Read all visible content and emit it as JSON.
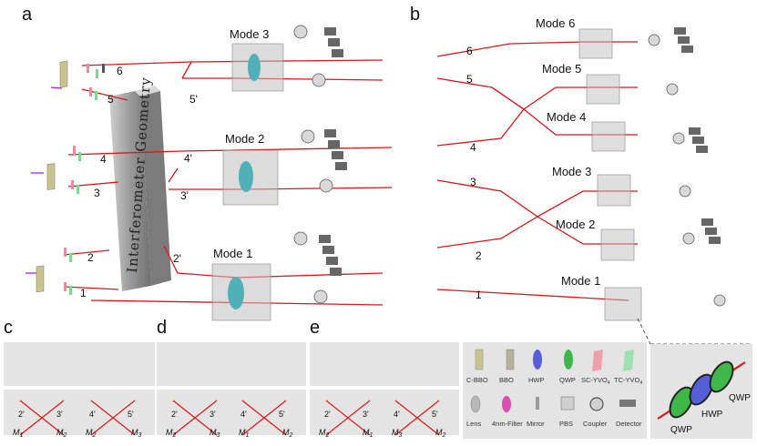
{
  "panels": {
    "a": "a",
    "b": "b",
    "c": "c",
    "d": "d",
    "e": "e"
  },
  "panel_a": {
    "geometry_label": "Interferometer Geometry",
    "modes": [
      "Mode 3",
      "Mode 2",
      "Mode 1"
    ],
    "ports_left": [
      "6",
      "5",
      "4",
      "3",
      "2",
      "1"
    ],
    "ports_right": [
      "5'",
      "4'",
      "3'",
      "2'"
    ]
  },
  "panel_b": {
    "modes": [
      "Mode 6",
      "Mode 5",
      "Mode 4",
      "Mode 3",
      "Mode 2",
      "Mode 1"
    ],
    "ports": [
      "6",
      "5",
      "4",
      "3",
      "2",
      "1"
    ]
  },
  "panel_c": {
    "ports": [
      "2'",
      "3'",
      "4'",
      "5'"
    ],
    "m_labels": [
      {
        "m": "M",
        "s": "1"
      },
      {
        "m": "M",
        "s": "2"
      },
      {
        "m": "M",
        "s": "2"
      },
      {
        "m": "M",
        "s": "3"
      }
    ]
  },
  "panel_d": {
    "ports": [
      "2'",
      "3'",
      "4'",
      "5'"
    ],
    "m_labels": [
      {
        "m": "M",
        "s": "2"
      },
      {
        "m": "M",
        "s": "3"
      },
      {
        "m": "M",
        "s": "1"
      },
      {
        "m": "M",
        "s": "2"
      }
    ]
  },
  "panel_e": {
    "ports": [
      "2'",
      "3'",
      "4'",
      "5'"
    ],
    "m_labels": [
      {
        "m": "M",
        "s": "2"
      },
      {
        "m": "M",
        "s": "1"
      },
      {
        "m": "M",
        "s": "3"
      },
      {
        "m": "M",
        "s": "2"
      }
    ]
  },
  "legend": {
    "row1": [
      "C-BBO",
      "BBO",
      "HWP",
      "QWP",
      "SC-YVO",
      "TC-YVO"
    ],
    "row1_sub": [
      "",
      "",
      "",
      "",
      "4",
      "4"
    ],
    "row2": [
      "Lens",
      "4nm-Filter",
      "Mirror",
      "PBS",
      "Coupler",
      "Detector"
    ]
  },
  "inset": {
    "labels": [
      "QWP",
      "HWP",
      "QWP"
    ]
  },
  "colors": {
    "beam": "#e0141b",
    "panel_bg": "#e4e4e4",
    "hwp": "#5560d8",
    "qwp": "#3fb84a",
    "box": "#b9b9b9"
  }
}
